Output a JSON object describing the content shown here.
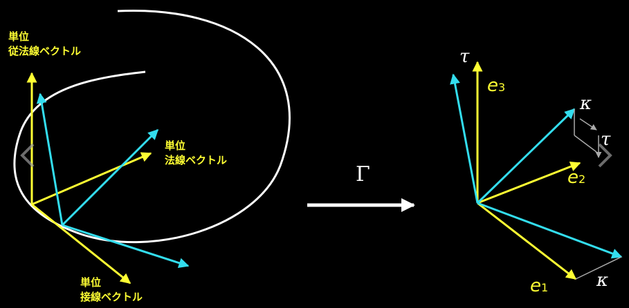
{
  "colors": {
    "background": "#000000",
    "yellow": "#ffff33",
    "cyan": "#33ddee",
    "white": "#ffffff",
    "gray": "#aaaaaa"
  },
  "labels": {
    "binormal_line1": "単位",
    "binormal_line2": "従法線ベクトル",
    "normal_line1": "単位",
    "normal_line2": "法線ベクトル",
    "tangent_line1": "単位",
    "tangent_line2": "接線ベクトル",
    "map_symbol": "Γ",
    "tau_top": "τ",
    "kappa_mid": "κ",
    "tau_mid": "τ",
    "kappa_bottom": "κ",
    "e_letter": "e",
    "e1_sub": "1",
    "e2_sub": "2",
    "e3_sub": "3"
  },
  "icons": {
    "prev": "chevron-left-icon",
    "next": "chevron-right-icon"
  }
}
